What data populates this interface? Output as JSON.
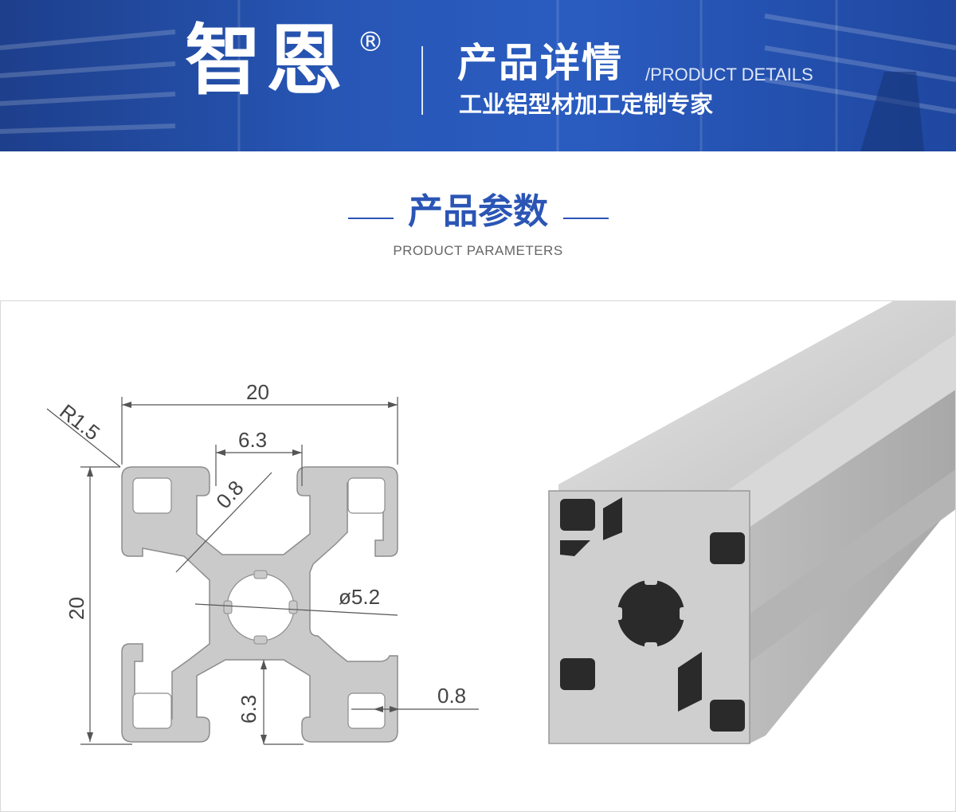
{
  "banner": {
    "brand": "智恩",
    "registered_mark": "®",
    "title_cn": "产品详情",
    "title_en": "/PRODUCT DETAILS",
    "subtitle_cn": "工业铝型材加工定制专家"
  },
  "section": {
    "title": "产品参数",
    "subtitle": "PRODUCT PARAMETERS"
  },
  "drawing": {
    "width_label": "20",
    "height_label": "20",
    "radius_label": "R1.5",
    "slot_top_label": "6.3",
    "wall_label": "0.8",
    "bore_label": "ø5.2",
    "slot_bottom_label": "6.3",
    "wall_right_label": "0.8"
  },
  "colors": {
    "brand_blue": "#2b55b5",
    "banner_blue": "#2756b5",
    "profile_gray": "#c9c9c9"
  }
}
